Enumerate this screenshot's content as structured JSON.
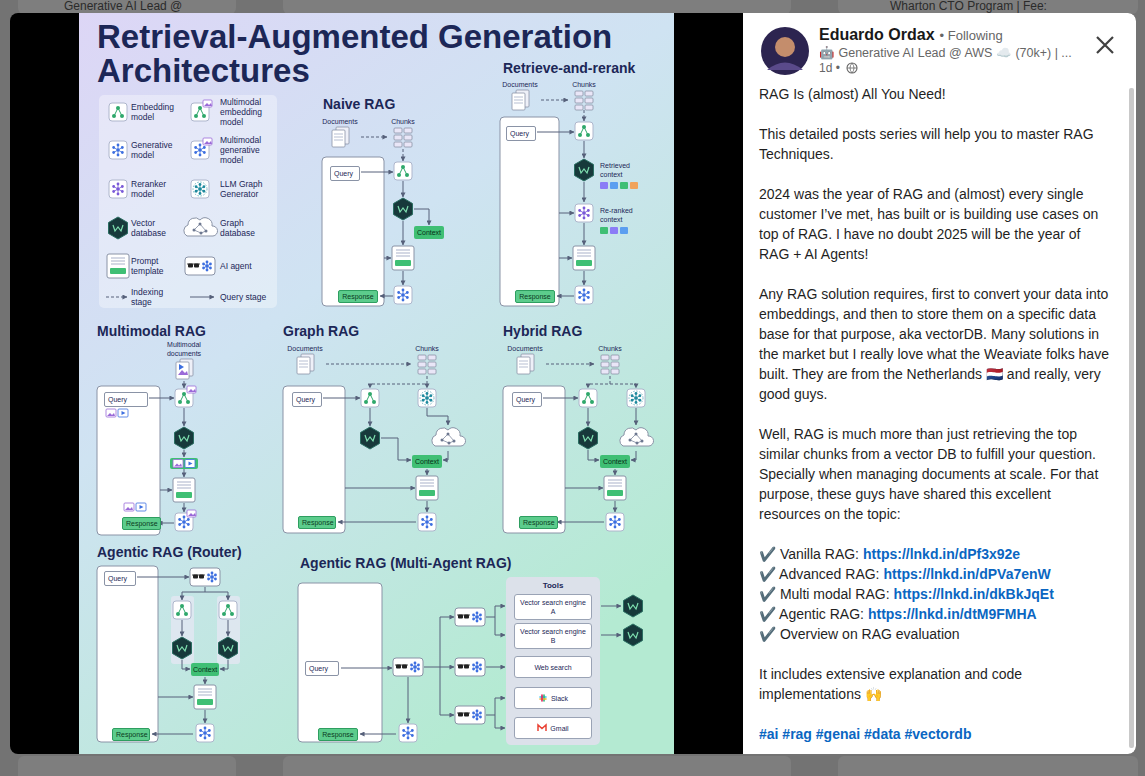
{
  "diagram": {
    "title": "Retrieval-Augmented Generation Architectures",
    "nodes": [
      {
        "text": [
          "Documents"
        ]
      },
      {
        "text": [
          "Chunks"
        ]
      },
      {
        "text": [
          "Query"
        ]
      },
      {
        "text": [
          "Context"
        ]
      },
      {
        "text": [
          "Response"
        ]
      },
      {
        "text": [
          "Documents"
        ]
      },
      {
        "text": [
          "Chunks"
        ]
      },
      {
        "text": [
          "Query"
        ]
      },
      {
        "text": [
          "Retrieved context"
        ]
      },
      {
        "text": [
          "Re-ranked context"
        ]
      },
      {
        "text": [
          "Response"
        ]
      },
      {
        "text": [
          "Multimodal documents"
        ]
      },
      {
        "text": [
          "Query"
        ]
      },
      {
        "text": [
          "Response"
        ]
      },
      {
        "text": [
          "Documents"
        ]
      },
      {
        "text": [
          "Chunks"
        ]
      },
      {
        "text": [
          "Query"
        ]
      },
      {
        "text": [
          "Context"
        ]
      },
      {
        "text": [
          "Response"
        ]
      },
      {
        "text": [
          "Documents"
        ]
      },
      {
        "text": [
          "Chunks"
        ]
      },
      {
        "text": [
          "Query"
        ]
      },
      {
        "text": [
          "Context"
        ]
      },
      {
        "text": [
          "Response"
        ]
      },
      {
        "text": [
          "Query"
        ]
      },
      {
        "text": [
          "Context"
        ]
      },
      {
        "text": [
          "Response"
        ]
      },
      {
        "text": [
          "Query"
        ]
      },
      {
        "text": [
          "Tools"
        ]
      },
      {
        "text": [
          "Vector search engine A"
        ],
        "in": 28
      },
      {
        "text": [
          "Vector search engine B"
        ],
        "in": 28
      },
      {
        "text": [
          "Web search"
        ],
        "in": 28
      },
      {
        "text": [
          "Slack"
        ],
        "in": 28
      },
      {
        "text": [
          "Gmail"
        ],
        "in": 28
      },
      {
        "text": [
          "Response"
        ]
      }
    ],
    "edges": [
      {
        "from": 0,
        "to": 1,
        "arrow": "to"
      },
      {
        "from": 5,
        "to": 6,
        "arrow": "to"
      },
      {
        "from": 14,
        "to": 15,
        "arrow": "to"
      },
      {
        "from": 19,
        "to": 20,
        "arrow": "to"
      }
    ],
    "labels": [
      "Naive RAG",
      "Retrieve-and-rerank",
      "Multimodal RAG",
      "Graph RAG",
      "Hybrid RAG",
      "Agentic RAG (Router)",
      "Agentic RAG (Multi-Agent RAG)",
      "Eduardo Ordax",
      "• Following",
      "🤖 Generative AI Lead @ AWS ☁️ (70k+) | ...",
      "1d •",
      "RAG Is (almost) All You Need!",
      "This detailed posts series will help you to master RAG Techniques.",
      "2024 was the year of RAG and (almost) every single customer I’ve met, has built or is building use cases on top of RAG. I have no doubt 2025 will be the year of RAG + AI Agents!",
      "Any RAG solution requires, first to convert your data into embeddings, and then to store them on a specific data base for that purpose, aka vectorDB. Many solutions in the market but I really love what the Weaviate folks have built. They are from the Netherlands 🇳🇱 and really, very good guys.",
      "Well, RAG is much more than just retrieving the top similar chunks from a vector DB to fulfill your question. Specially when managing documents at scale. For that purpose, these guys have shared this excellent resources on the topic:",
      "✔️ Vanilla RAG:",
      "https://lnkd.in/dPf3x92e",
      "✔️ Advanced RAG:",
      "https://lnkd.in/dPVa7enW",
      "✔️ Multi modal RAG:",
      "https://lnkd.in/dkBkJqEt",
      "✔️ Agentic RAG:",
      "https://lnkd.in/dtM9FMHA",
      "✔️ Overview on RAG evaluation",
      "It includes extensive explanation and code implementations 🙌",
      "#ai #rag #genai #data #vectordb",
      "Wharton CTO Program | Fee:",
      "Generative AI Lead @"
    ],
    "legend": [
      {
        "text": "Embedding model"
      },
      {
        "text": "Multimodal embedding model"
      },
      {
        "text": "Generative model"
      },
      {
        "text": "Multimodal generative model"
      },
      {
        "text": "Reranker model"
      },
      {
        "text": "LLM Graph Generator"
      },
      {
        "text": "Vector database"
      },
      {
        "text": "Graph database"
      },
      {
        "text": "Prompt template"
      },
      {
        "text": "AI agent"
      },
      {
        "text": "Indexing stage"
      },
      {
        "text": "Query stage"
      }
    ]
  }
}
